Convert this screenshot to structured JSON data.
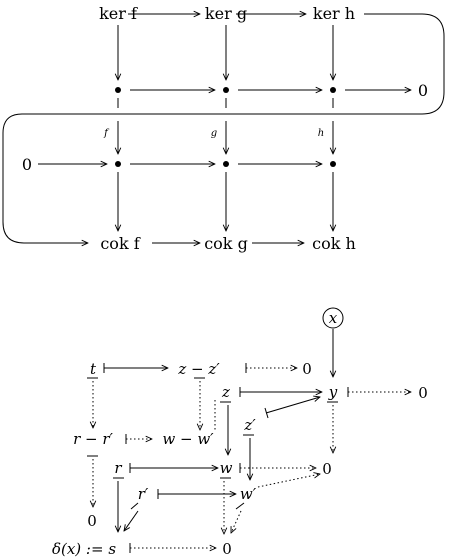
{
  "snake": {
    "top_row": {
      "ker_f": "ker f",
      "ker_g": "ker g",
      "ker_h": "ker h"
    },
    "row1": {
      "zero": "0"
    },
    "row2": {
      "zero": "0"
    },
    "maps": {
      "f": "f",
      "g": "g",
      "h": "h"
    },
    "bottom_row": {
      "cok_f": "cok f",
      "cok_g": "cok g",
      "cok_h": "cok h"
    }
  },
  "chase": {
    "x": "x",
    "t": "t",
    "z_minus_zp": "z − z′",
    "zero_top": "0",
    "z": "z",
    "y": "y",
    "zero_right": "0",
    "zp": "z′",
    "r_minus_rp": "r − r′",
    "w_minus_wp": "w − w′",
    "r": "r",
    "w": "w",
    "zero_mid": "0",
    "rp": "r′",
    "wp": "w′",
    "zero_left": "0",
    "delta": "δ(x) := s",
    "zero_bottom": "0"
  }
}
